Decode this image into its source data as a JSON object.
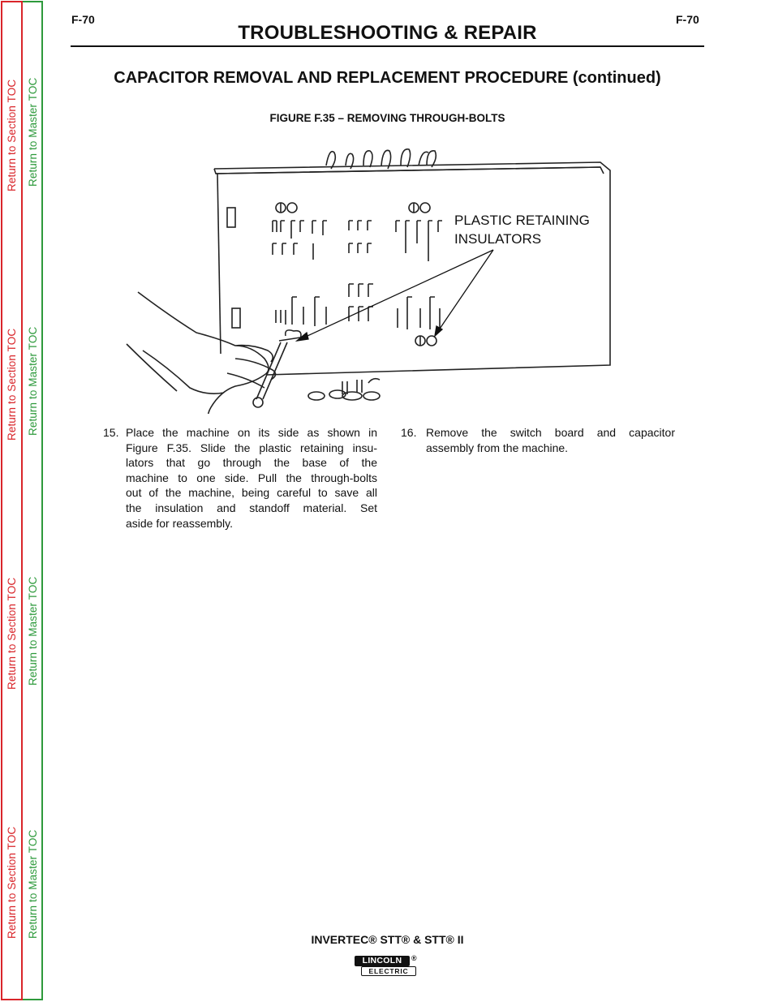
{
  "toc": {
    "section_label": "Return to Section TOC",
    "master_label": "Return to Master TOC"
  },
  "header": {
    "page_left": "F-70",
    "page_right": "F-70",
    "title": "TROUBLESHOOTING & REPAIR"
  },
  "section": {
    "title": "CAPACITOR REMOVAL AND REPLACEMENT PROCEDURE (continued)"
  },
  "figure": {
    "caption": "FIGURE F.35 – REMOVING THROUGH-BOLTS",
    "label_line1": "PLASTIC RETAINING",
    "label_line2": "INSULATORS"
  },
  "steps": [
    {
      "number": "15.",
      "lines": [
        "Place the machine on its side as shown in",
        "Figure F.35.  Slide the plastic retaining insu-",
        "lators that go through the base of the",
        "machine to one side.  Pull the through-bolts",
        "out of the machine, being careful to save all",
        "the insulation and standoff material.  Set",
        "aside for reassembly."
      ]
    },
    {
      "number": "16.",
      "lines": [
        "Remove the switch board and capacitor",
        "assembly from the machine."
      ]
    }
  ],
  "footer": {
    "title": "INVERTEC® STT® & STT® II",
    "logo_top": "LINCOLN",
    "logo_bottom": "ELECTRIC",
    "logo_mark": "®"
  },
  "colors": {
    "section_toc": "#d9252a",
    "master_toc": "#2e9a3c"
  }
}
